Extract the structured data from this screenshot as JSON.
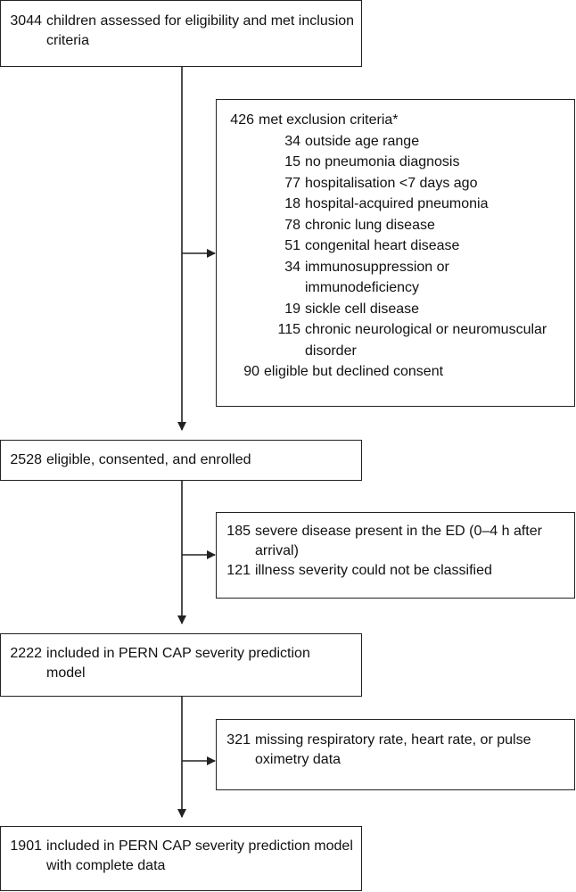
{
  "flow": {
    "assessed": {
      "count": "3044",
      "text": "children assessed for eligibility and met inclusion criteria"
    },
    "excluded1": {
      "count": "426",
      "text": "met exclusion criteria*",
      "items": [
        {
          "count": "34",
          "text": "outside age range"
        },
        {
          "count": "15",
          "text": "no pneumonia diagnosis"
        },
        {
          "count": "77",
          "text": "hospitalisation <7 days ago"
        },
        {
          "count": "18",
          "text": "hospital-acquired pneumonia"
        },
        {
          "count": "78",
          "text": "chronic lung disease"
        },
        {
          "count": "51",
          "text": "congenital heart disease"
        },
        {
          "count": "34",
          "text": "immunosuppression or immunodeficiency"
        },
        {
          "count": "19",
          "text": "sickle cell disease"
        },
        {
          "count": "115",
          "text": "chronic neurological or neuromuscular disorder"
        }
      ],
      "declined": {
        "count": "90",
        "text": "eligible but declined consent"
      }
    },
    "enrolled": {
      "count": "2528",
      "text": "eligible, consented, and enrolled"
    },
    "excluded2": {
      "items": [
        {
          "count": "185",
          "text": "severe disease present in the ED (0–4 h after arrival)"
        },
        {
          "count": "121",
          "text": "illness severity could not be classified"
        }
      ]
    },
    "model": {
      "count": "2222",
      "text": "included in PERN CAP severity prediction model"
    },
    "excluded3": {
      "count": "321",
      "text": "missing respiratory rate, heart rate, or pulse oximetry data"
    },
    "complete": {
      "count": "1901",
      "text": "included in PERN CAP severity prediction model with complete data"
    }
  }
}
